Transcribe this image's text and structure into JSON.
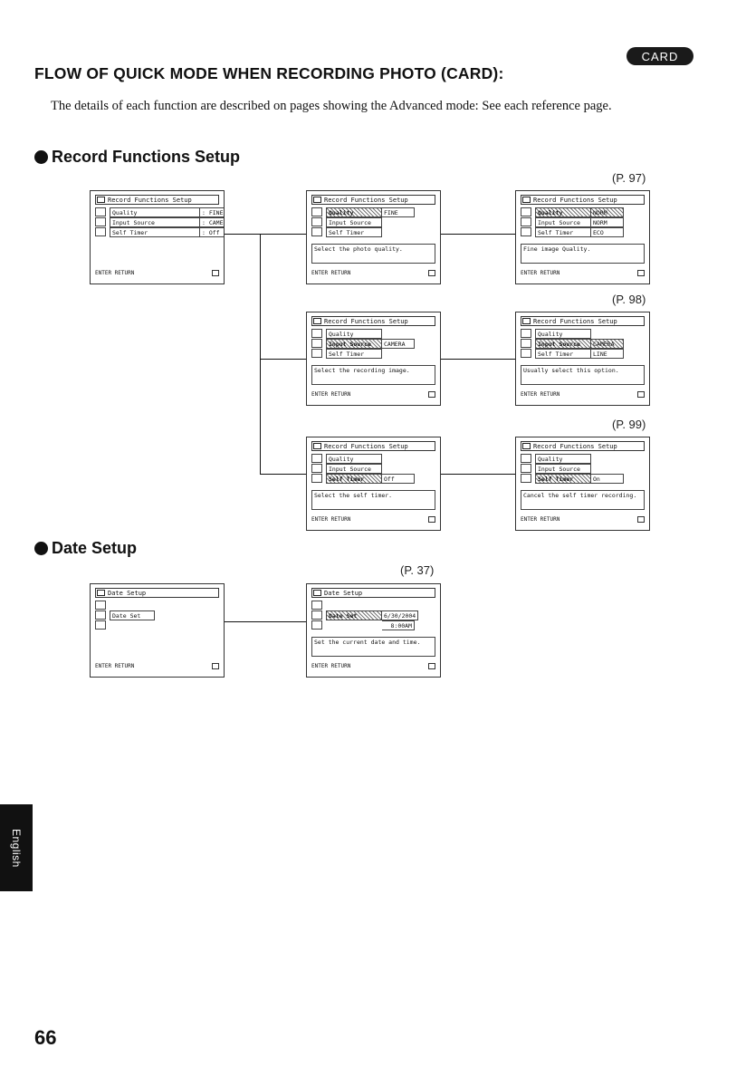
{
  "badge": "CARD",
  "title": "FLOW OF QUICK MODE WHEN RECORDING PHOTO (CARD):",
  "intro": "The details of each function are described on pages showing the Advanced mode: See each reference page.",
  "sections": {
    "record": "Record Functions Setup",
    "date": "Date Setup"
  },
  "refs": {
    "r1": "(P. 97)",
    "r2": "(P. 98)",
    "r3": "(P. 99)",
    "r4": "(P. 37)"
  },
  "screens": {
    "rf_main": {
      "title": "Record Functions Setup",
      "rows": [
        [
          "Quality",
          ": FINE"
        ],
        [
          "Input Source",
          ": CAMERA"
        ],
        [
          "Self Timer",
          ": Off"
        ]
      ],
      "help": "",
      "footer": "ENTER  RETURN"
    },
    "rf_quality": {
      "title": "Record Functions Setup",
      "rows": [
        [
          "Quality",
          "FINE"
        ],
        [
          "Input Source",
          ""
        ],
        [
          "Self Timer",
          ""
        ]
      ],
      "help": "Select the photo quality.",
      "footer": "ENTER  RETURN"
    },
    "rf_quality_sel": {
      "title": "Record Functions Setup",
      "rows": [
        [
          "Quality",
          "NORM"
        ],
        [
          "Input Source",
          "NORM"
        ],
        [
          "Self Timer",
          "ECO"
        ]
      ],
      "help": "Fine image Quality.",
      "footer": "ENTER  RETURN"
    },
    "rf_input": {
      "title": "Record Functions Setup",
      "rows": [
        [
          "Quality",
          ""
        ],
        [
          "Input Source",
          "CAMERA"
        ],
        [
          "Self Timer",
          ""
        ]
      ],
      "help": "Select the recording image.",
      "footer": "ENTER  RETURN"
    },
    "rf_input_sel": {
      "title": "Record Functions Setup",
      "rows": [
        [
          "Quality",
          ""
        ],
        [
          "Input Source",
          "CAMERA"
        ],
        [
          "Self Timer",
          "LINE"
        ]
      ],
      "help": "Usually select this option.",
      "footer": "ENTER  RETURN"
    },
    "rf_timer": {
      "title": "Record Functions Setup",
      "rows": [
        [
          "Quality",
          ""
        ],
        [
          "Input Source",
          ""
        ],
        [
          "Self Timer",
          "Off"
        ]
      ],
      "help": "Select the self timer.",
      "footer": "ENTER  RETURN"
    },
    "rf_timer_sel": {
      "title": "Record Functions Setup",
      "rows": [
        [
          "Quality",
          ""
        ],
        [
          "Input Source",
          ""
        ],
        [
          "Self Timer",
          "On"
        ]
      ],
      "help": "Cancel the self timer recording.",
      "footer": "ENTER  RETURN"
    },
    "date_main": {
      "title": "Date Setup",
      "rows": [
        [
          "Date Set",
          ""
        ]
      ],
      "help": "",
      "footer": "ENTER  RETURN"
    },
    "date_set": {
      "title": "Date Setup",
      "rows": [
        [
          "Date Set",
          "6/30/2004"
        ],
        [
          "",
          "8:00AM"
        ]
      ],
      "help": "Set the current date and time.",
      "footer": "ENTER  RETURN"
    }
  },
  "side_tab": "English",
  "page_number": "66"
}
